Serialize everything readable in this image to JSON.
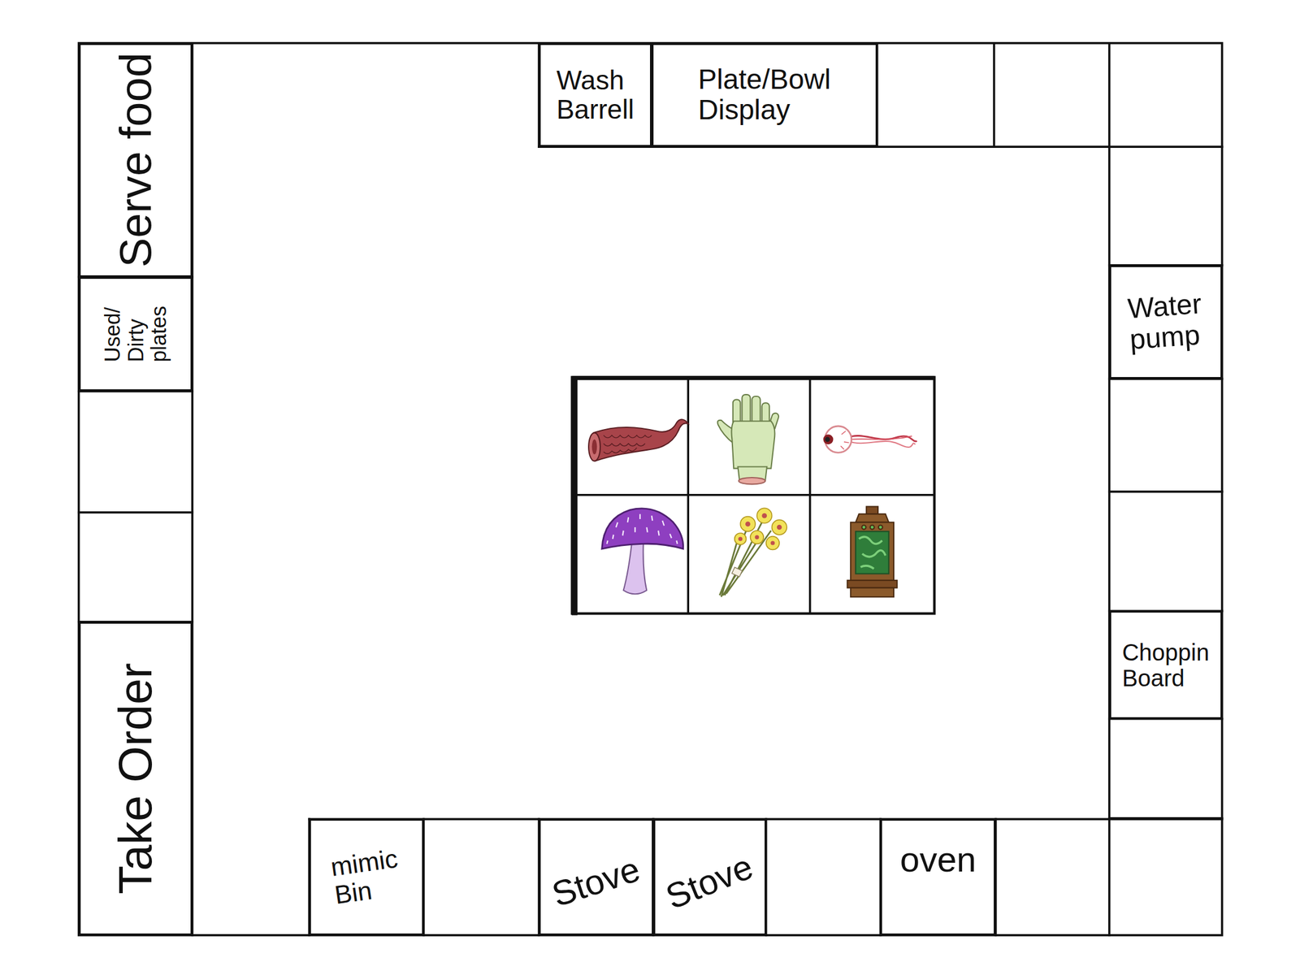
{
  "diagram": {
    "nodes": [
      {
        "text": [
          "Serve food"
        ]
      },
      {
        "text": [
          "Wash Barrell"
        ]
      },
      {
        "text": [
          "Plate/Bowl Display"
        ]
      },
      {
        "text": [
          "Water pump"
        ]
      },
      {
        "text": [
          "Used/ Dirty plates"
        ]
      },
      {
        "text": [
          "Choppin Board"
        ]
      },
      {
        "text": [
          "Take Order"
        ]
      },
      {
        "text": [
          "mimic Bin"
        ]
      },
      {
        "text": [
          "Stove"
        ]
      },
      {
        "text": [
          "Stove"
        ]
      },
      {
        "text": [
          "oven"
        ]
      }
    ]
  }
}
